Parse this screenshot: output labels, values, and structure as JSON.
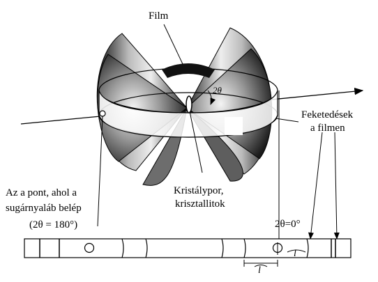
{
  "labels": {
    "film": "Film",
    "two_theta": "2θ",
    "crystal_powder_line1": "Kristálypor,",
    "crystal_powder_line2": "krisztallitok",
    "blackening_line1": "Feketedések",
    "blackening_line2": "a filmen",
    "entry_point_line1": "Az a pont, ahol a",
    "entry_point_line2": "sugárnyaláb belép",
    "entry_point_line3": "(2θ = 180°)",
    "zero_angle": "2θ=0°",
    "spacing_symbol_right": "l",
    "spacing_symbol_bottom": "l"
  }
}
